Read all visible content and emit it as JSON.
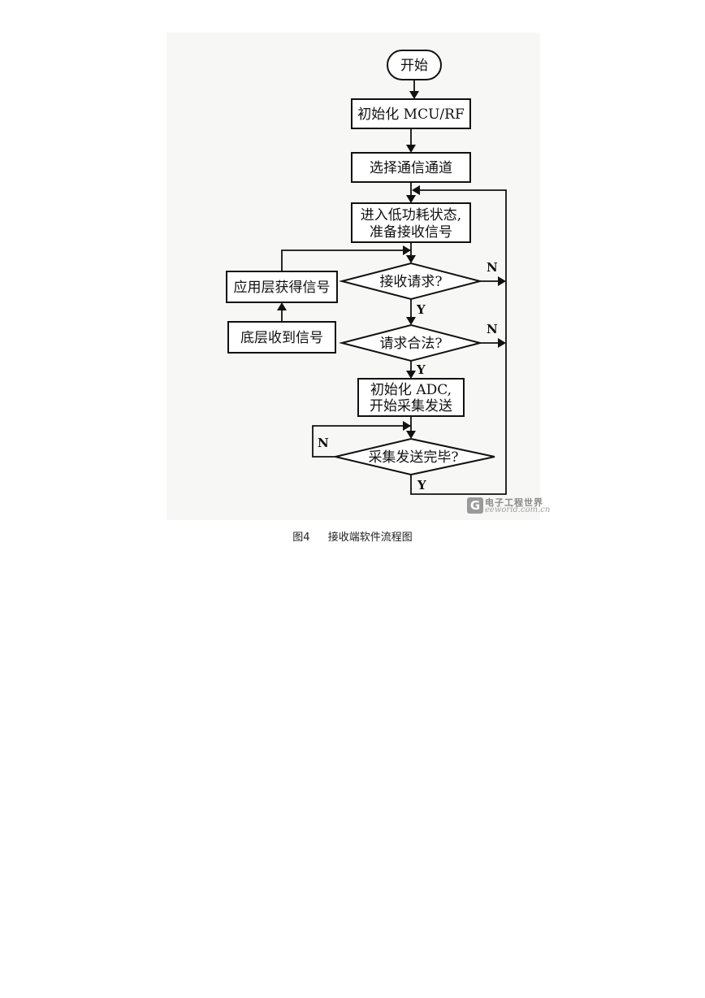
{
  "flowchart": {
    "nodes": {
      "start": "开始",
      "init_mcu": "初始化 MCU/RF",
      "select_channel": "选择通信通道",
      "low_power_1": "进入低功耗状态,",
      "low_power_2": "准备接收信号",
      "receive_request": "接收请求?",
      "request_valid": "请求合法?",
      "init_adc_1": "初始化 ADC,",
      "init_adc_2": "开始采集发送",
      "collect_done": "采集发送完毕?",
      "app_layer": "应用层获得信号",
      "bottom_layer": "底层收到信号"
    },
    "labels": {
      "n1": "N",
      "y1": "Y",
      "n2": "N",
      "y2": "Y",
      "n3": "N",
      "y3": "Y"
    }
  },
  "caption": {
    "figure_no": "图4",
    "title": "接收端软件流程图"
  },
  "watermark": {
    "badge": "G",
    "name": "电子工程世界",
    "url": "eeworld.com.cn"
  }
}
